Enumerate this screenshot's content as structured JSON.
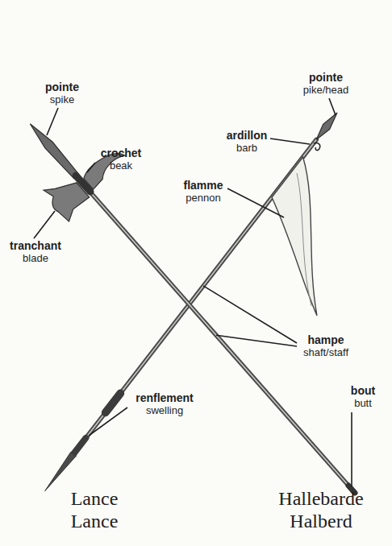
{
  "diagram": {
    "labels": [
      "pointe",
      "spike",
      "crochet",
      "beak",
      "tranchant",
      "blade",
      "pointe",
      "pike/head",
      "ardillon",
      "barb",
      "flamme",
      "pennon",
      "hampe",
      "shaft/staff",
      "renflement",
      "swelling",
      "bout",
      "butt",
      "Lance",
      "Lance",
      "Hallebarde",
      "Halberd"
    ]
  }
}
